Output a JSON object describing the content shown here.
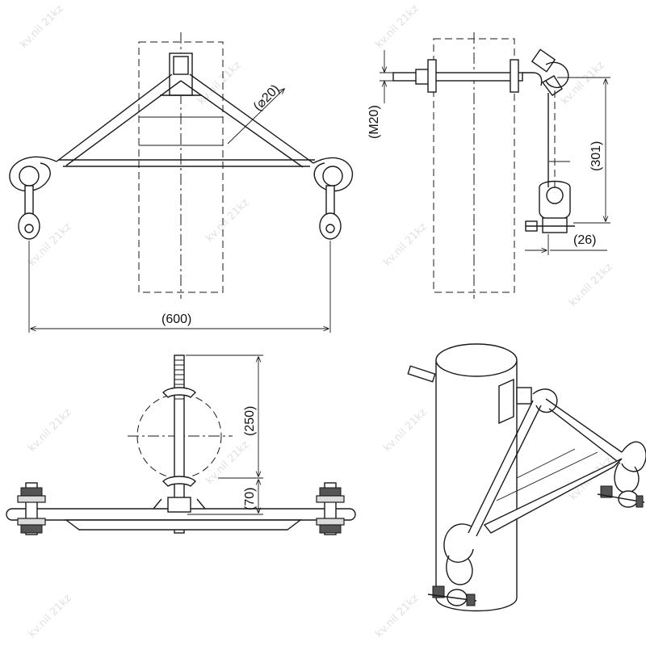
{
  "drawing": {
    "top_left_view": {
      "dimension_width": "(600)",
      "dimension_diameter": "(⌀20)"
    },
    "top_right_view": {
      "dimension_thread": "(M20)",
      "dimension_height": "(301)",
      "dimension_offset": "(26)"
    },
    "bottom_left_view": {
      "dimension_span": "(250)",
      "dimension_offset": "(70)"
    },
    "watermark": "kv.nil 21kz"
  },
  "colors": {
    "line": "#1a1a1a",
    "background": "#ffffff",
    "watermark": "#c8c8c8"
  }
}
